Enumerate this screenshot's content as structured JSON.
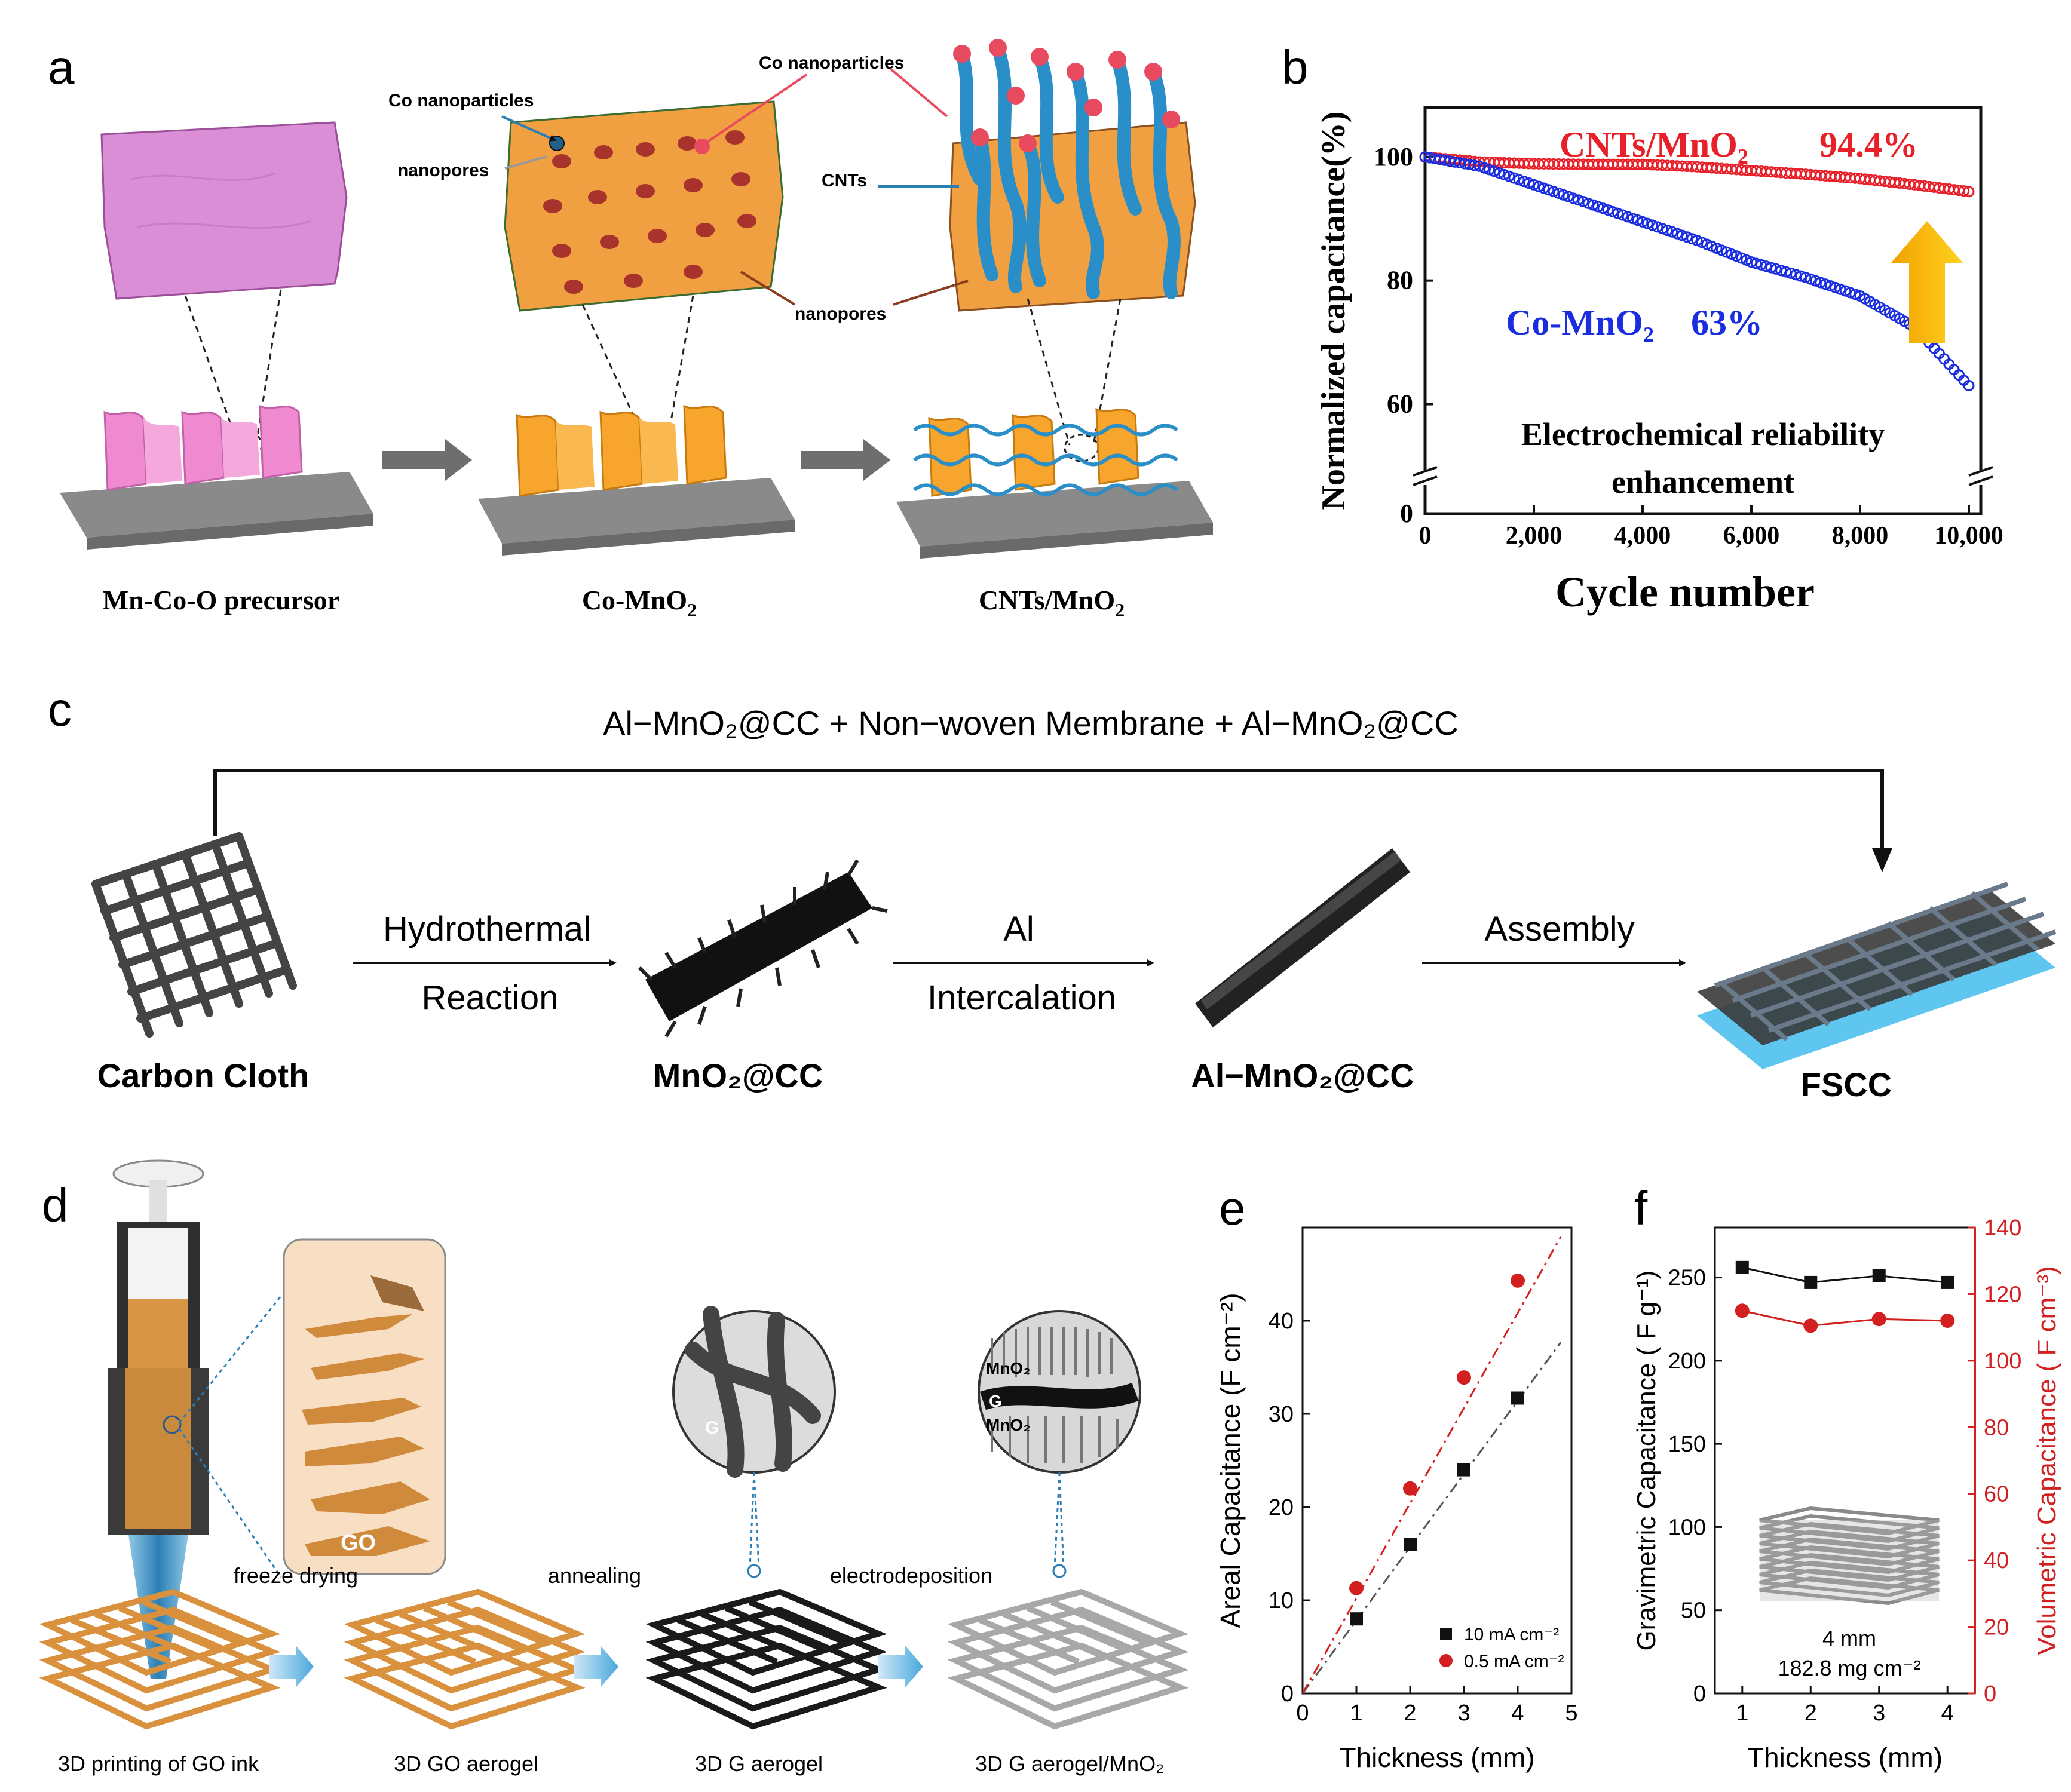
{
  "panel_letters": {
    "a": "a",
    "b": "b",
    "c": "c",
    "d": "d",
    "e": "e",
    "f": "f"
  },
  "panel_a": {
    "label_co_np_left": "Co nanoparticles",
    "label_nanopores_left": "nanopores",
    "label_co_np_right": "Co nanoparticles",
    "label_cnts": "CNTs",
    "label_nanopores_right": "nanopores",
    "caption_1": "Mn-Co-O precursor",
    "caption_2": "Co-MnO",
    "caption_2_sub": "2",
    "caption_3": "CNTs/MnO",
    "caption_3_sub": "2",
    "colors": {
      "precursor": "#d98ed6",
      "mno2": "#f0a040",
      "cnt": "#2a8fc8",
      "co_particle": "#e84a5f",
      "substrate": "#8a8a8a",
      "arrow": "#6e6e6e"
    }
  },
  "panel_c": {
    "top_label": "Al−MnO₂@CC + Non−woven Membrane + Al−MnO₂@CC",
    "step1_line1": "Hydrothermal",
    "step1_line2": "Reaction",
    "step2_line1": "Al",
    "step2_line2": "Intercalation",
    "step3_line1": "Assembly",
    "name1": "Carbon Cloth",
    "name2": "MnO₂@CC",
    "name3": "Al−MnO₂@CC",
    "name4": "FSCC"
  },
  "panel_d": {
    "step_freeze": "freeze drying",
    "step_anneal": "annealing",
    "step_electro": "electrodeposition",
    "cap1": "3D printing of GO ink",
    "cap2": "3D GO aerogel",
    "cap3": "3D G aerogel",
    "cap4": "3D G aerogel/MnO₂",
    "inset_go": "GO",
    "inset_g": "G",
    "inset_mno2_top": "MnO₂",
    "inset_g2": "G",
    "inset_mno2_bottom": "MnO₂"
  },
  "panel_f_inset": {
    "line1": "4 mm",
    "line2": "182.8 mg cm⁻²"
  },
  "chart_data": [
    {
      "id": "b",
      "type": "line",
      "xlabel": "Cycle number",
      "ylabel": "Normalized capacitance(%)",
      "x_ticks": [
        "0",
        "2,000",
        "4,000",
        "6,000",
        "8,000",
        "10,000"
      ],
      "y_ticks": [
        "0",
        "60",
        "80",
        "100"
      ],
      "xlim": [
        0,
        10000
      ],
      "ylim_upper": [
        50,
        108
      ],
      "axis_break": true,
      "annotation_line1": "Electrochemical reliability",
      "annotation_line2": "enhancement",
      "series": [
        {
          "name": "CNTs/MnO₂",
          "label_value": "94.4%",
          "color": "#e8202a",
          "x": [
            0,
            1000,
            2000,
            3000,
            4000,
            5000,
            6000,
            7000,
            8000,
            9000,
            10000
          ],
          "y": [
            100,
            99.2,
            98.9,
            98.8,
            98.8,
            98.4,
            97.8,
            97.2,
            96.5,
            95.5,
            94.4
          ]
        },
        {
          "name": "Co-MnO₂",
          "label_value": "63%",
          "color": "#1a2ee0",
          "x": [
            0,
            1000,
            2000,
            3000,
            4000,
            5000,
            6000,
            7000,
            8000,
            9000,
            10000
          ],
          "y": [
            100,
            98.5,
            95.5,
            92.5,
            89.5,
            86.5,
            83,
            80.5,
            77.5,
            72.5,
            63
          ]
        }
      ]
    },
    {
      "id": "e",
      "type": "scatter",
      "xlabel": "Thickness (mm)",
      "ylabel": "Areal Capacitance  (F cm⁻²)",
      "xlim": [
        0,
        5
      ],
      "ylim": [
        0,
        50
      ],
      "x_ticks": [
        "0",
        "1",
        "2",
        "3",
        "4",
        "5"
      ],
      "y_ticks": [
        "0",
        "10",
        "20",
        "30",
        "40"
      ],
      "series": [
        {
          "name": "10 mA cm⁻²",
          "color": "#111111",
          "marker": "square",
          "x": [
            1,
            2,
            3,
            4
          ],
          "y": [
            8,
            16,
            24,
            31.7
          ],
          "fit_slope": 7.85
        },
        {
          "name": "0.5 mA cm⁻²",
          "color": "#d21f1f",
          "marker": "circle",
          "x": [
            1,
            2,
            3,
            4
          ],
          "y": [
            11.3,
            22,
            33.9,
            44.3
          ],
          "fit_slope": 11.1
        }
      ]
    },
    {
      "id": "f",
      "type": "line",
      "xlabel": "Thickness (mm)",
      "ylabel_left": "Gravimetric Capacitance ( F g⁻¹)",
      "ylabel_right": "Volumetric Capacitance  ( F cm⁻³)",
      "xlim": [
        0.6,
        4.4
      ],
      "ylim_left": [
        0,
        280
      ],
      "ylim_right": [
        0,
        140
      ],
      "x_ticks": [
        "1",
        "2",
        "3",
        "4"
      ],
      "y_ticks_left": [
        "0",
        "50",
        "100",
        "150",
        "200",
        "250"
      ],
      "y_ticks_right": [
        "0",
        "20",
        "40",
        "60",
        "80",
        "100",
        "120",
        "140"
      ],
      "series": [
        {
          "name": "Gravimetric",
          "axis": "left",
          "color": "#111111",
          "marker": "square",
          "x": [
            1,
            2,
            3,
            4
          ],
          "y": [
            256,
            247,
            251,
            247
          ]
        },
        {
          "name": "Volumetric",
          "axis": "right",
          "color": "#d21f1f",
          "marker": "circle",
          "x": [
            1,
            2,
            3,
            4
          ],
          "y": [
            115,
            110.5,
            112.5,
            112
          ]
        }
      ]
    }
  ]
}
